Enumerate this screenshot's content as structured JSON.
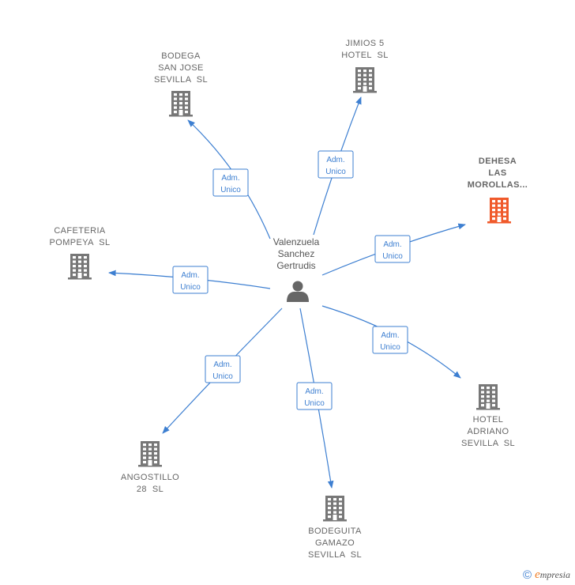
{
  "colors": {
    "edge": "#3d7fd1",
    "building": "#777777",
    "highlight": "#f05a2b",
    "person": "#666666"
  },
  "center": {
    "lines": [
      "Valenzuela",
      "Sanchez",
      "Gertrudis"
    ],
    "icon": "person-icon"
  },
  "companies": [
    {
      "id": "bodega-san-jose",
      "lines": [
        "BODEGA",
        "SAN JOSE",
        "SEVILLA  SL"
      ],
      "icon": "building-icon"
    },
    {
      "id": "jimios-5",
      "lines": [
        "JIMIOS 5",
        "HOTEL  SL"
      ],
      "icon": "building-icon"
    },
    {
      "id": "dehesa-las-morollas",
      "lines": [
        "DEHESA",
        "LAS",
        "MOROLLAS..."
      ],
      "icon": "building-icon",
      "highlight": true
    },
    {
      "id": "cafeteria-pompeya",
      "lines": [
        "CAFETERIA",
        "POMPEYA  SL"
      ],
      "icon": "building-icon"
    },
    {
      "id": "hotel-adriano",
      "lines": [
        "HOTEL",
        "ADRIANO",
        "SEVILLA  SL"
      ],
      "icon": "building-icon"
    },
    {
      "id": "angostillo-28",
      "lines": [
        "ANGOSTILLO",
        "28  SL"
      ],
      "icon": "building-icon"
    },
    {
      "id": "bodeguita-gamazo",
      "lines": [
        "BODEGUITA",
        "GAMAZO",
        "SEVILLA  SL"
      ],
      "icon": "building-icon"
    }
  ],
  "edges": [
    {
      "to": "bodega-san-jose",
      "label": [
        "Adm.",
        "Unico"
      ]
    },
    {
      "to": "jimios-5",
      "label": [
        "Adm.",
        "Unico"
      ]
    },
    {
      "to": "dehesa-las-morollas",
      "label": [
        "Adm.",
        "Unico"
      ]
    },
    {
      "to": "cafeteria-pompeya",
      "label": [
        "Adm.",
        "Unico"
      ]
    },
    {
      "to": "hotel-adriano",
      "label": [
        "Adm.",
        "Unico"
      ]
    },
    {
      "to": "angostillo-28",
      "label": [
        "Adm.",
        "Unico"
      ]
    },
    {
      "to": "bodeguita-gamazo",
      "label": [
        "Adm.",
        "Unico"
      ]
    }
  ],
  "footer": {
    "copyright": "©",
    "brand_initial": "e",
    "brand_rest": "mpresia"
  }
}
